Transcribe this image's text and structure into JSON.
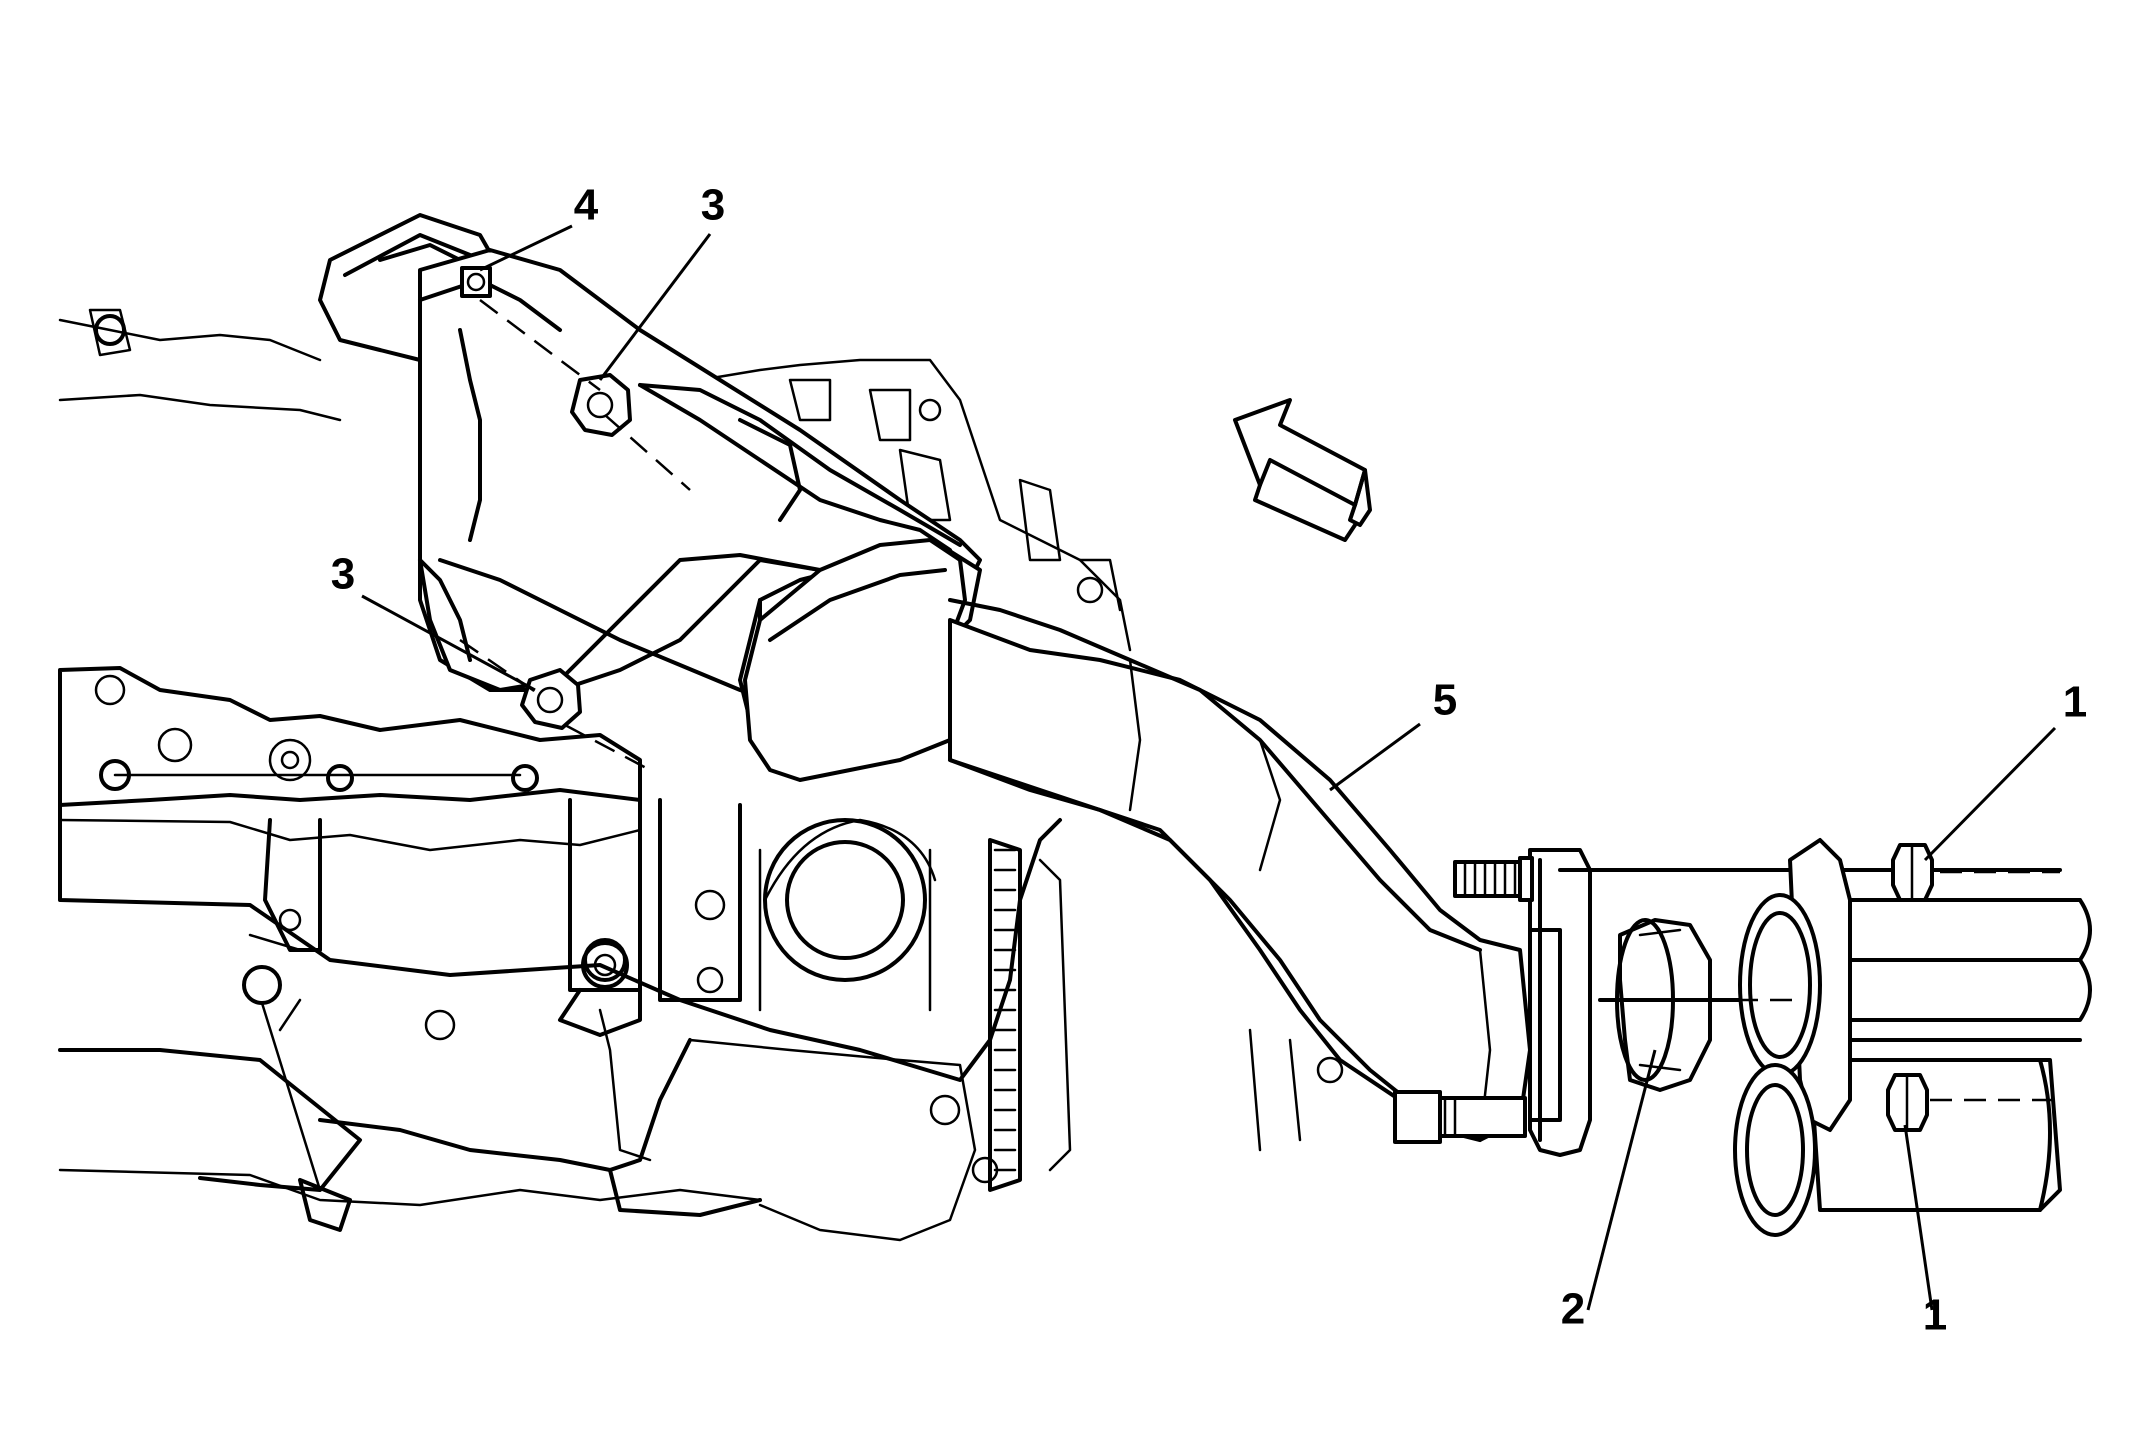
{
  "callouts": [
    {
      "id": "c1a",
      "text": "1"
    },
    {
      "id": "c1b",
      "text": "1"
    },
    {
      "id": "c2",
      "text": "2"
    },
    {
      "id": "c3a",
      "text": "3"
    },
    {
      "id": "c3b",
      "text": "3"
    },
    {
      "id": "c4",
      "text": "4"
    },
    {
      "id": "c5",
      "text": "5"
    }
  ],
  "icons": {
    "direction_arrow": "arrow-up-left-icon"
  },
  "colors": {
    "line": "#000000",
    "background": "#ffffff"
  }
}
